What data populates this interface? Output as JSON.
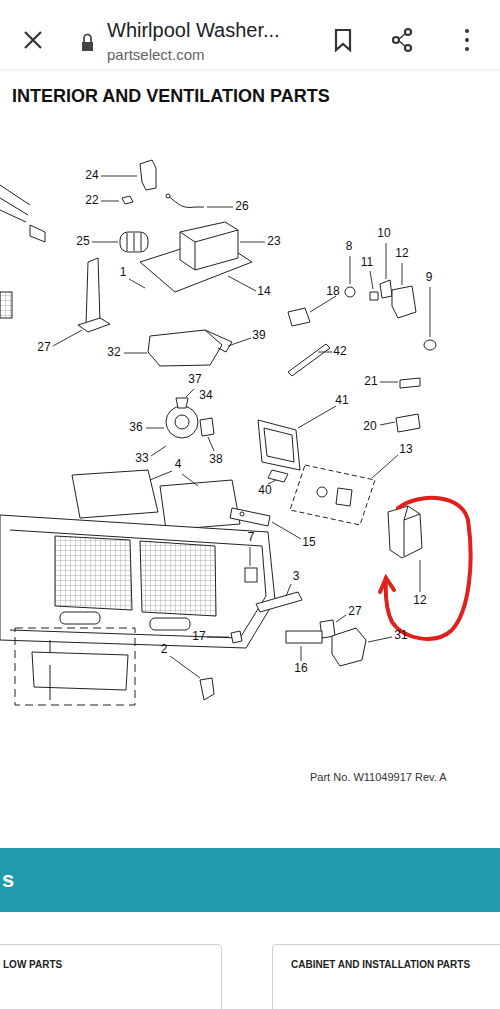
{
  "diagram": {
    "title": "INTERIOR AND VENTILATION PARTS",
    "nodes": [
      {
        "text": [
          "LOW PARTS"
        ]
      },
      {
        "text": [
          "CABINET AND INSTALLATION PARTS"
        ]
      }
    ],
    "labels": [
      "Whirlpool Washer...",
      "partselect.com",
      "24",
      "22",
      "26",
      "25",
      "23",
      "1",
      "14",
      "8",
      "10",
      "11",
      "12",
      "9",
      "18",
      "27",
      "32",
      "39",
      "42",
      "37",
      "34",
      "21",
      "41",
      "36",
      "20",
      "33",
      "4",
      "38",
      "13",
      "40",
      "15",
      "7",
      "3",
      "12",
      "27",
      "17",
      "31",
      "16",
      "2",
      "Part No. W11049917  Rev. A",
      "s",
      "3"
    ]
  }
}
